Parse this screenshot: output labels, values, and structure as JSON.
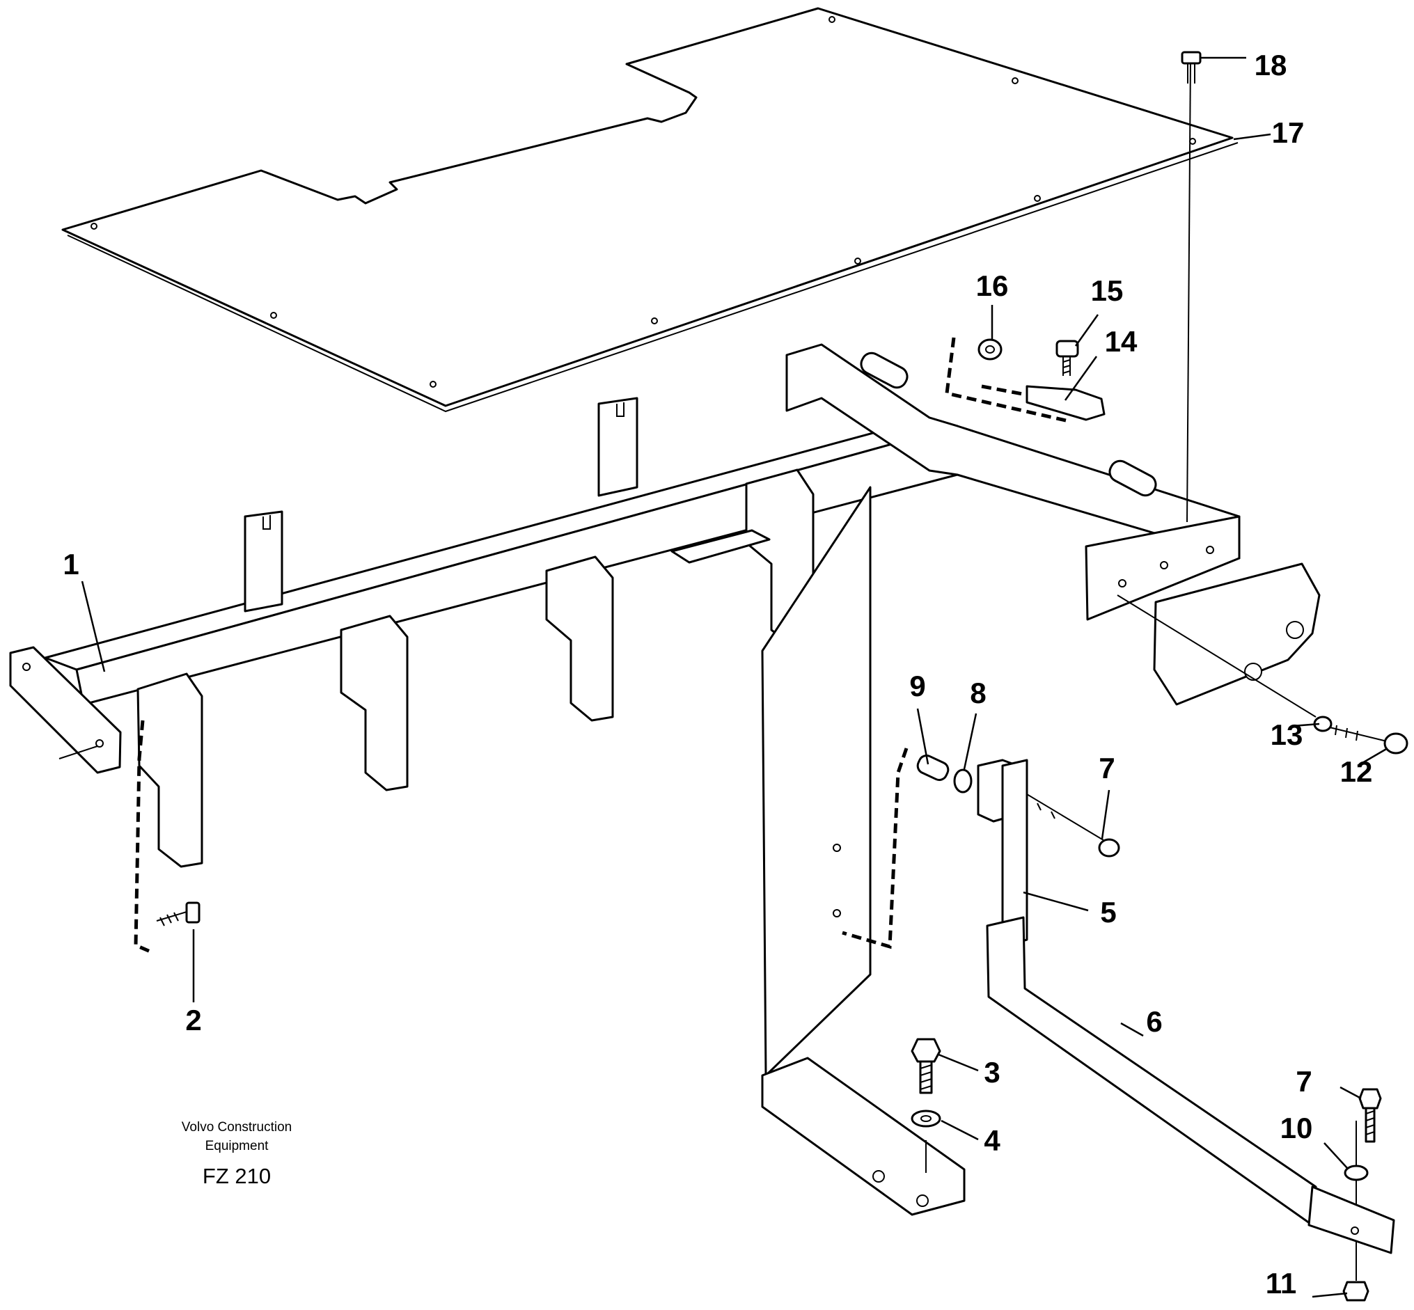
{
  "caption": {
    "brand_line1": "Volvo Construction",
    "brand_line2": "Equipment",
    "figure_code": "FZ 210"
  },
  "callouts": [
    {
      "id": "c1",
      "label": "1"
    },
    {
      "id": "c2",
      "label": "2"
    },
    {
      "id": "c3",
      "label": "3"
    },
    {
      "id": "c4",
      "label": "4"
    },
    {
      "id": "c5",
      "label": "5"
    },
    {
      "id": "c6",
      "label": "6"
    },
    {
      "id": "c7a",
      "label": "7"
    },
    {
      "id": "c7b",
      "label": "7"
    },
    {
      "id": "c8",
      "label": "8"
    },
    {
      "id": "c9",
      "label": "9"
    },
    {
      "id": "c10",
      "label": "10"
    },
    {
      "id": "c11",
      "label": "11"
    },
    {
      "id": "c12",
      "label": "12"
    },
    {
      "id": "c13",
      "label": "13"
    },
    {
      "id": "c14",
      "label": "14"
    },
    {
      "id": "c15",
      "label": "15"
    },
    {
      "id": "c16",
      "label": "16"
    },
    {
      "id": "c17",
      "label": "17"
    },
    {
      "id": "c18",
      "label": "18"
    }
  ]
}
